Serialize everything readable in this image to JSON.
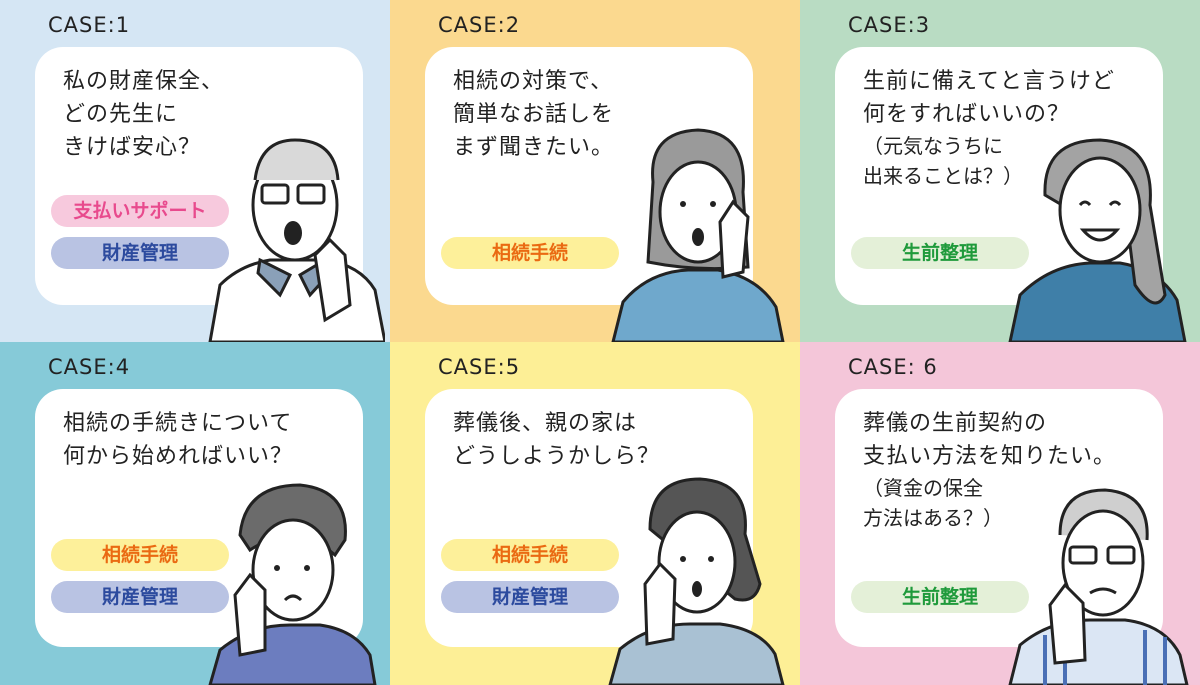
{
  "cases": [
    {
      "label": "CASE:1",
      "question": "私の財産保全、\nどの先生に\nきけば安心？",
      "note": "",
      "tags": [
        "支払いサポート",
        "財産管理"
      ]
    },
    {
      "label": "CASE:2",
      "question": "相続の対策で、\n簡単なお話しを\nまず聞きたい。",
      "note": "",
      "tags": [
        "相続手続"
      ]
    },
    {
      "label": "CASE:3",
      "question": "生前に備えてと言うけど\n何をすればいいの？",
      "note": "（元気なうちに\n出来ることは？）",
      "tags": [
        "生前整理"
      ]
    },
    {
      "label": "CASE:4",
      "question": "相続の手続きについて\n何から始めればいい？",
      "note": "",
      "tags": [
        "相続手続",
        "財産管理"
      ]
    },
    {
      "label": "CASE:5",
      "question": "葬儀後、親の家は\nどうしようかしら？",
      "note": "",
      "tags": [
        "相続手続",
        "財産管理"
      ]
    },
    {
      "label": "CASE: 6",
      "question": "葬儀の生前契約の\n支払い方法を知りたい。",
      "note": "（資金の保全\n方法はある？）",
      "tags": [
        "生前整理"
      ]
    }
  ],
  "colors": {
    "panel_bg": [
      "#d5e6f4",
      "#fbd98f",
      "#b9dcc3",
      "#86cad8",
      "#fdef96",
      "#f4c6d9"
    ],
    "tag_support": {
      "bg": "#f7c9dd",
      "fg": "#e84a8d"
    },
    "tag_asset": {
      "bg": "#b9c3e3",
      "fg": "#2c4a9e"
    },
    "tag_inherit": {
      "bg": "#fdf09a",
      "fg": "#ea6a12"
    },
    "tag_life": {
      "bg": "#e4f0d8",
      "fg": "#1f9a3b"
    }
  }
}
